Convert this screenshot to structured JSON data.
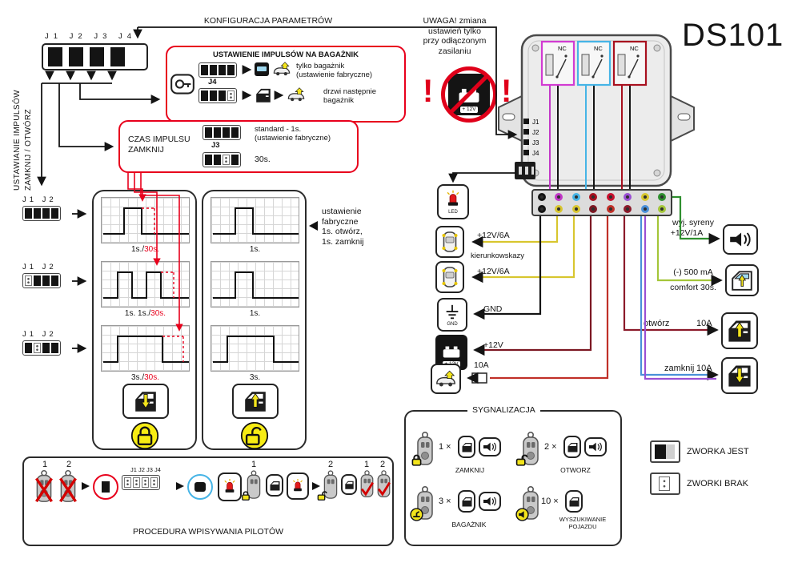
{
  "title": "DS101",
  "top": {
    "config_label": "KONFIGURACJA PARAMETRÓW",
    "jumper_row_label": "J1 J2 J3 J4",
    "side_line1": "USTAWIANIE IMPULSÓW",
    "side_line2": "ZAMKNIJ / OTWÓRZ"
  },
  "trunk_box": {
    "title": "USTAWIENIE IMPULSÓW NA BAGAŻNIK",
    "jumper_label": "J4",
    "row1_line1": "tylko bagażnik",
    "row1_line2": "(ustawienie fabryczne)",
    "row2_line1": "drzwi następnie",
    "row2_line2": "bagażnik",
    "row1_jumpers": "1111",
    "row2_jumpers": "1110"
  },
  "pulse_box": {
    "title_line1": "CZAS IMPULSU",
    "title_line2": "ZAMKNIJ",
    "jumper_label": "J3",
    "row1_line1": "standard - 1s.",
    "row1_line2": "(ustawienie fabryczne)",
    "row2_text": "30s.",
    "row1_jumpers": "1111",
    "row2_jumpers": "1101"
  },
  "warning": {
    "line1": "UWAGA! zmiana",
    "line2": "ustawień tylko",
    "line3": "przy odłączonym",
    "line4": "zasilaniu",
    "exclamation_left": "!",
    "exclamation_right": "!",
    "battery_label": "+ 12V"
  },
  "module": {
    "relay_label": "NC",
    "pin1": "J1",
    "pin2": "J2",
    "pin3": "J3",
    "pin4": "J4"
  },
  "left_io": {
    "led_label": "LED",
    "indicator1_label": "+12V/6A",
    "indicator2_label": "+12V/6A",
    "indicators_caption": "kierunkowskazy",
    "gnd_icon_label": "GND",
    "gnd_label": "GND",
    "battery_label": "+ 12V",
    "power_label": "+12V",
    "fuse_label": "10A"
  },
  "right_io": {
    "siren_line1": "wyj. syreny",
    "siren_line2": "+12V/1A",
    "comfort_line1": "(-) 500 mA",
    "comfort_line2": "comfort 30s.",
    "open_label": "otwórz",
    "open_fuse": "10A",
    "close_label": "zamknij",
    "close_fuse": "10A"
  },
  "waveforms": {
    "row1_jumpers": "J1 J2",
    "row2_jumpers": "J1 J2",
    "row3_jumpers": "J1 J2",
    "left_label1_black": "1s./",
    "left_label1_red": "30s.",
    "left_label2_black": "1s.  1s./",
    "left_label2_red": "30s.",
    "left_label3_black": "3s./",
    "left_label3_red": "30s.",
    "right_label1": "1s.",
    "right_label2": "1s.",
    "right_label3": "3s.",
    "factory_line1": "ustawienie",
    "factory_line2": "fabryczne",
    "factory_line3": "1s. otwórz,",
    "factory_line4": "1s. zamknij"
  },
  "signals": {
    "title": "SYGNALIZACJA",
    "item1_count": "1 ×",
    "item1_label": "ZAMKNIJ",
    "item2_count": "2 ×",
    "item2_label": "OTWORZ",
    "item3_count": "3 ×",
    "item3_label": "BAGAŻNIK",
    "item4_count": "10 ×",
    "item4_label1": "WYSZUKIWANIE",
    "item4_label2": "POJAZDU"
  },
  "legend": {
    "present_label": "ZWORKA JEST",
    "absent_label": "ZWORKI BRAK"
  },
  "procedure": {
    "title": "PROCEDURA WPISYWANIA PILOTÓW",
    "num1": "1",
    "num2": "2",
    "jumper_labels": "J1 J2 J3 J4",
    "step1": "1",
    "step2": "2",
    "end1": "1",
    "end2": "2"
  },
  "colors": {
    "accent_red": "#e8001c",
    "padlock_yellow": "#f3e41c",
    "wire_green": "#2f8f2f",
    "wire_lime": "#a4c639",
    "wire_darkred": "#7c1823",
    "wire_blue": "#4a90d9",
    "wire_purple": "#9b4fd4",
    "wire_magenta": "#c238c8",
    "wire_yellow": "#d8c62f",
    "wire_black": "#141414"
  }
}
